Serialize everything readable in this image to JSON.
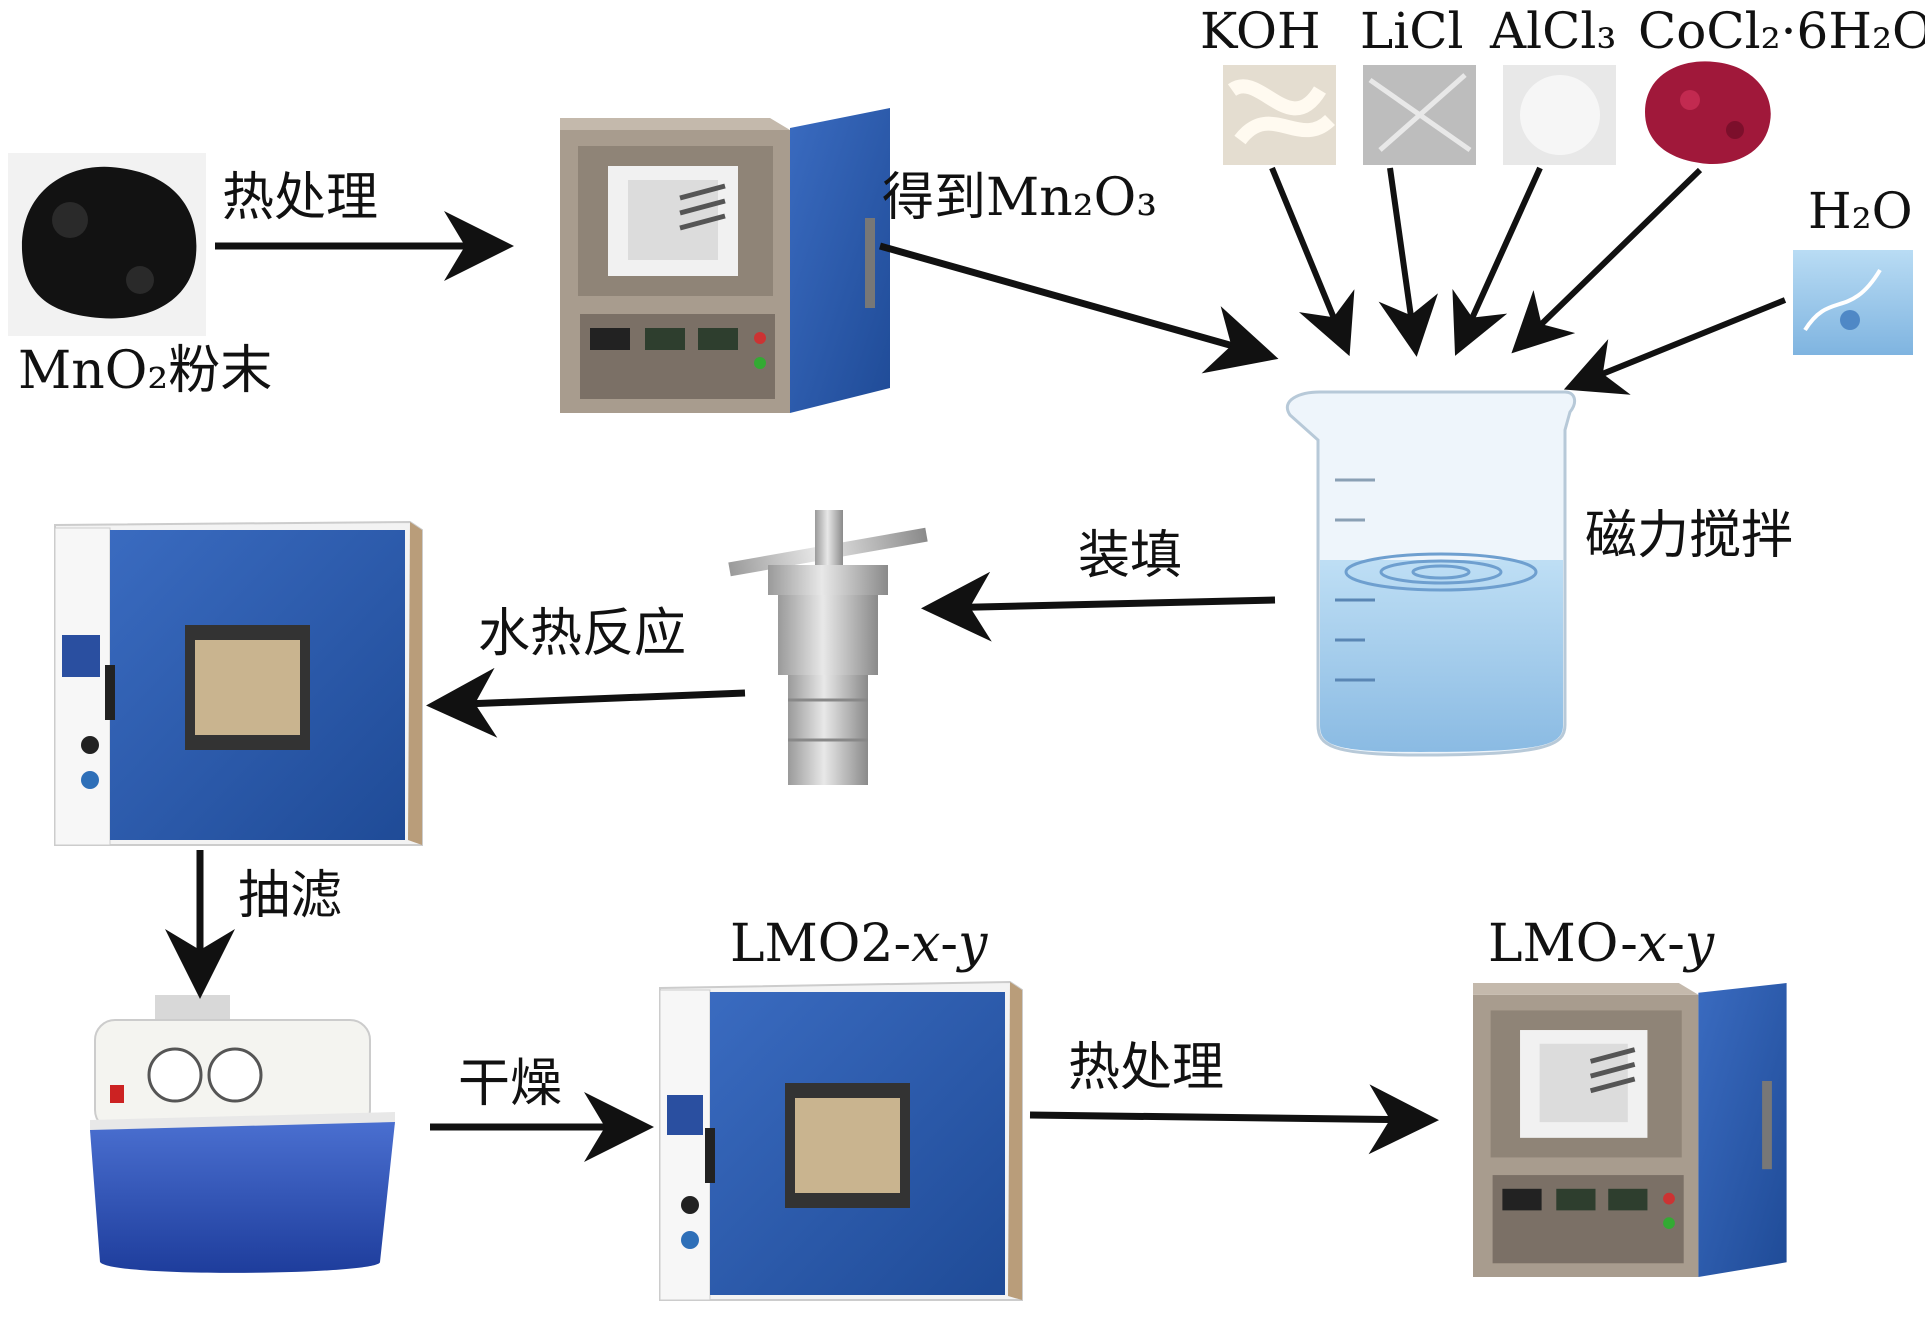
{
  "labels": {
    "mno2_powder": "MnO₂粉末",
    "heat_treat_1": "热处理",
    "obtain_mn2o3": "得到Mn₂O₃",
    "koh": "KOH",
    "licl": "LiCl",
    "alcl3": "AlCl₃",
    "cocl2": "CoCl₂·6H₂O",
    "h2o": "H₂O",
    "magnetic_stirring": "磁力搅拌",
    "filling": "装填",
    "hydrothermal": "水热反应",
    "suction_filtration": "抽滤",
    "drying": "干燥",
    "lmo2_xy_prefix": "LMO2-",
    "lmo_xy_prefix": "LMO-",
    "var_x": "x",
    "var_y": "y",
    "dash": "-",
    "heat_treat_2": "热处理"
  },
  "colors": {
    "arrow": "#111111",
    "oven_blue": "#2a57a8",
    "furnace_blue": "#2f62b0",
    "furnace_body": "#9a8f83",
    "powder_black": "#121212",
    "cobalt_red": "#a0183a",
    "water_blue": "#8fc0e6"
  },
  "icons": [
    "mno2-powder-icon",
    "muffle-furnace-icon",
    "koh-flakes-icon",
    "licl-crystal-icon",
    "alcl3-powder-icon",
    "cocl2-powder-icon",
    "water-icon",
    "beaker-icon",
    "autoclave-icon",
    "drying-oven-icon",
    "vacuum-pump-icon"
  ]
}
